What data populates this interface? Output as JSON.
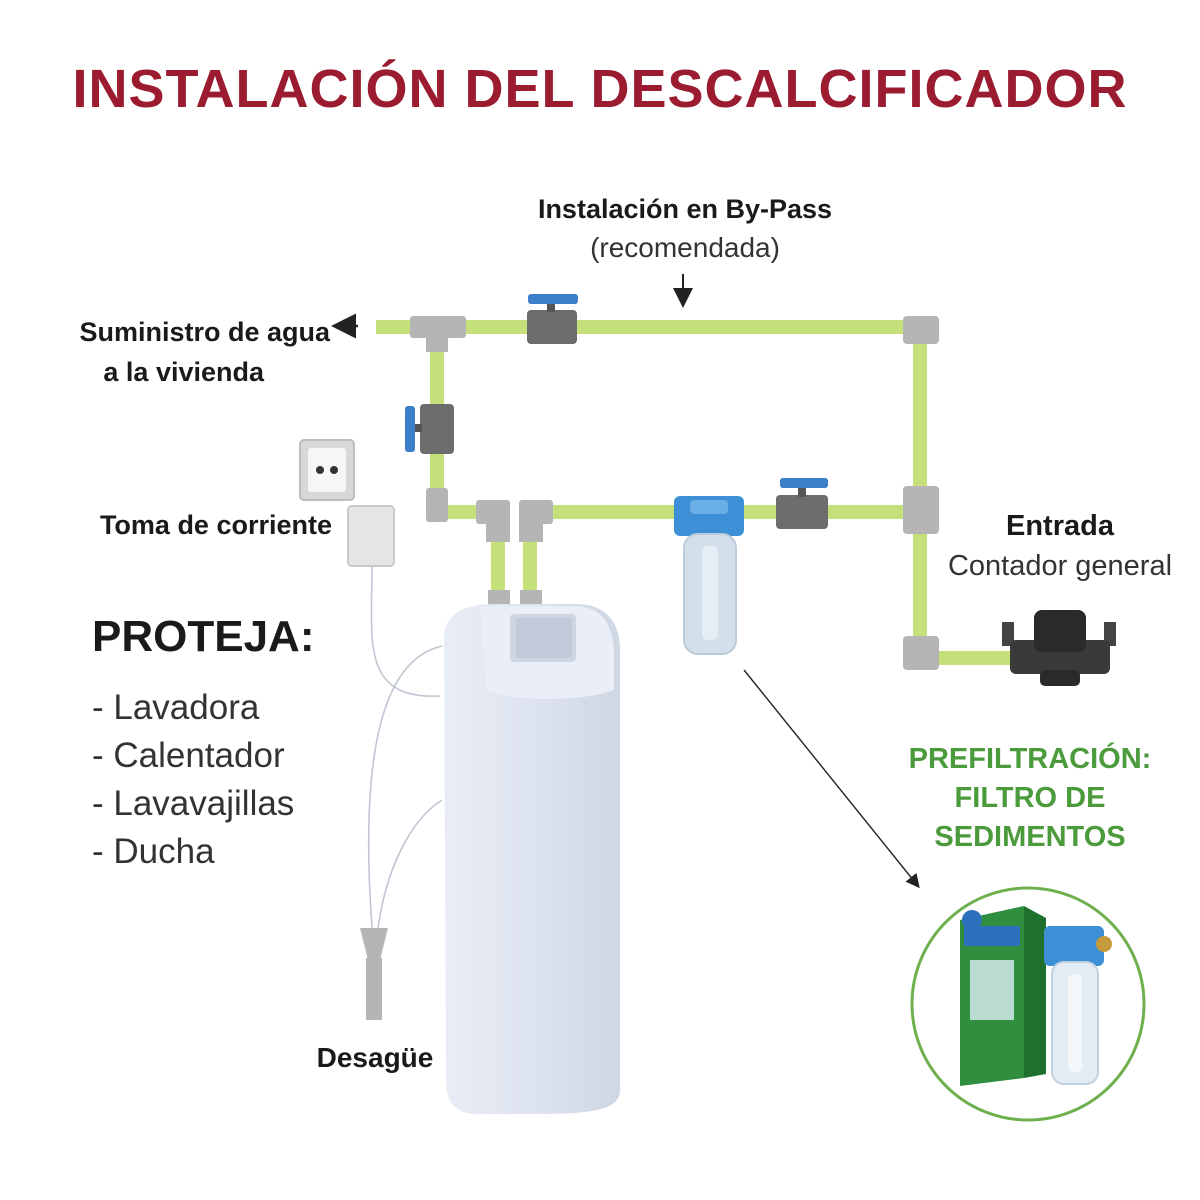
{
  "title": "INSTALACIÓN DEL DESCALCIFICADOR",
  "bypass": {
    "title": "Instalación en By-Pass",
    "subtitle": "(recomendada)"
  },
  "supply": {
    "line1": "Suministro de agua",
    "line2": "a la vivienda"
  },
  "power_outlet": "Toma de corriente",
  "inlet": {
    "title": "Entrada",
    "subtitle": "Contador general"
  },
  "protect": {
    "title": "PROTEJA:",
    "items": [
      "- Lavadora",
      "- Calentador",
      "- Lavavajillas",
      "- Ducha"
    ]
  },
  "drain": "Desagüe",
  "prefiltration": {
    "line1": "PREFILTRACIÓN:",
    "line2": "FILTRO DE",
    "line3": "SEDIMENTOS"
  },
  "colors": {
    "title": "#9b1b30",
    "pipe": "#c5e07a",
    "fitting": "#b5b5b5",
    "valve_handle": "#3b7fc9",
    "prefilter_text": "#4b9a3b",
    "softener_body": "#dde3ef"
  }
}
